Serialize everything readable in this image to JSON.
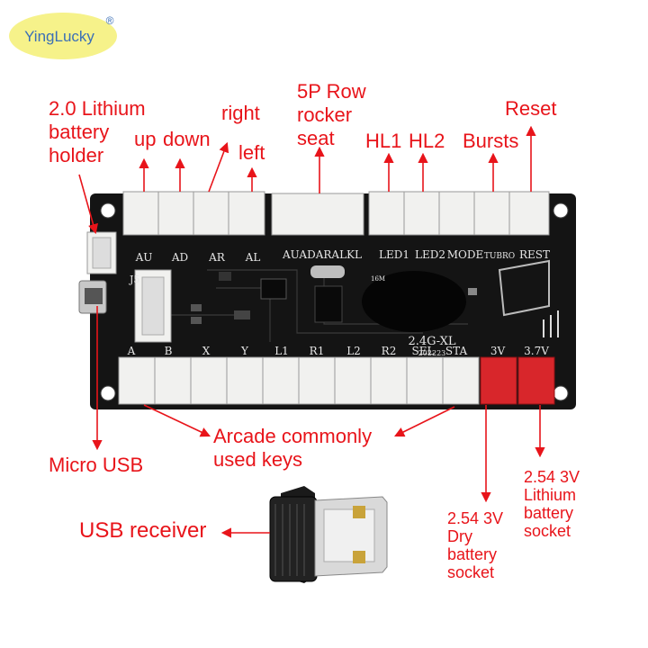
{
  "brand": {
    "name": "YingLucky",
    "registered_mark": "®"
  },
  "labels": {
    "battery_holder": [
      "2.0 Lithium",
      "battery",
      "holder"
    ],
    "up": "up",
    "down": "down",
    "right": "right",
    "left": "left",
    "rocker_seat": [
      "5P Row",
      "rocker",
      "seat"
    ],
    "hl1": "HL1",
    "hl2": "HL2",
    "bursts": "Bursts",
    "reset": "Reset",
    "micro_usb": "Micro USB",
    "arcade_keys": [
      "Arcade commonly",
      "used keys"
    ],
    "usb_receiver": "USB receiver",
    "dry_battery": [
      "2.54 3V",
      "Dry",
      "battery",
      "socket"
    ],
    "lithium_battery": [
      "2.54 3V",
      "Lithium",
      "battery",
      "socket"
    ]
  },
  "pcb": {
    "top_silk": [
      "AU",
      "AD",
      "AR",
      "AL",
      "AUADARALKL",
      "LED1",
      "LED2",
      "MODE",
      "TUBRO",
      "REST"
    ],
    "bottom_silk": [
      "A",
      "B",
      "X",
      "Y",
      "L1",
      "R1",
      "L2",
      "R2",
      "SEL",
      "STA",
      "3V",
      "3.7V"
    ],
    "model": "2.4G-XL",
    "date_code": "202223",
    "j5": "J5",
    "chip": "16M"
  },
  "colors": {
    "label_red": "#e8141a",
    "pcb_black": "#141414",
    "connector_white": "#f1f1ef",
    "connector_red": "#d8262b",
    "brand_yellow": "#f6f28a"
  }
}
